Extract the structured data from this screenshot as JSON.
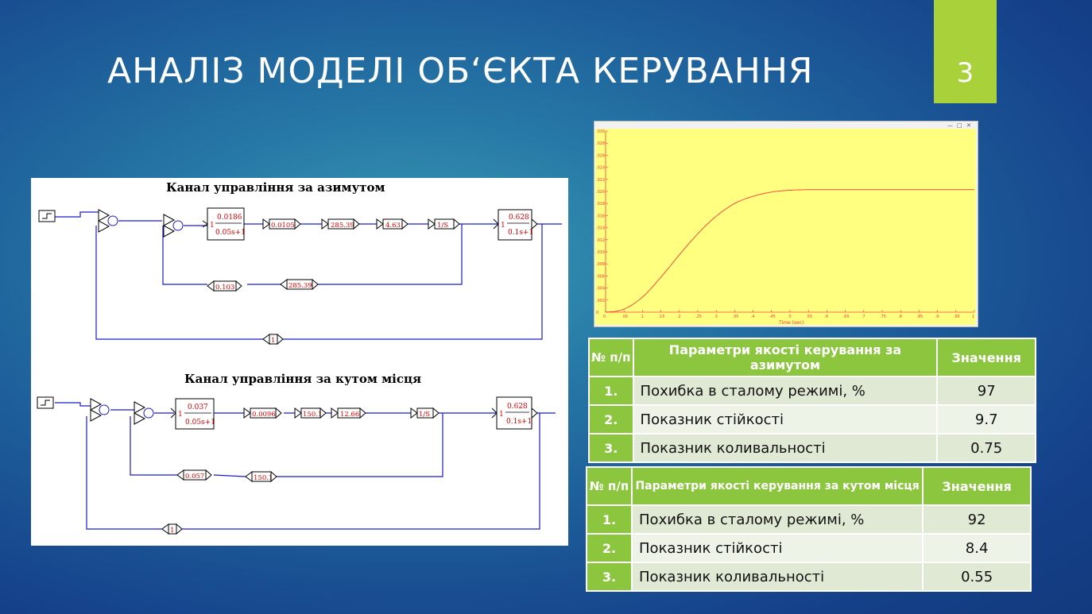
{
  "slide": {
    "title": "АНАЛІЗ МОДЕЛІ ОБ‘ЄКТА КЕРУВАННЯ",
    "number": "3"
  },
  "diagram": {
    "channel1_title": "Канал управління за азимутом",
    "channel2_title": "Канал управління за кутом місця",
    "channel1_blocks": {
      "tf1_num": "0.0186",
      "tf1_den": "0.05s+1",
      "tf1_gain": "1",
      "g1": "0.0105",
      "g2": "285.39",
      "g3": "4.63",
      "integrator": "1/S",
      "tf2_num": "0.628",
      "tf2_den": "0.1s+1",
      "tf2_gain": "1",
      "fb_inner1": "0.103",
      "fb_inner2": "285.39",
      "fb_outer": "1"
    },
    "channel2_blocks": {
      "tf1_num": "0.037",
      "tf1_den": "0.05s+1",
      "tf1_gain": "1",
      "g1": "0.0096",
      "g2": "150.1",
      "g3": "12.66",
      "integrator": "1/S",
      "tf2_num": "0.628",
      "tf2_den": "0.1s+1",
      "tf2_gain": "1",
      "fb_inner1": "0.057",
      "fb_inner2": "150.1",
      "fb_outer": "1"
    }
  },
  "plot": {
    "xlabel": "Time (sec)",
    "x_ticks": [
      "0",
      ".05",
      ".1",
      ".15",
      ".2",
      ".25",
      ".3",
      ".35",
      ".4",
      ".45",
      ".5",
      ".55",
      ".6",
      ".65",
      ".7",
      ".75",
      ".8",
      ".85",
      ".9",
      ".95",
      "1"
    ],
    "y_ticks": [
      ".030",
      ".028",
      ".026",
      ".024",
      ".022",
      ".020",
      ".018",
      ".016",
      ".014",
      ".012",
      ".010",
      ".008",
      ".006",
      ".004",
      ".002",
      "0"
    ],
    "bg_color": "#ffff80",
    "line_color": "#ff3b3b",
    "window_buttons": [
      "—",
      "□",
      "✕"
    ]
  },
  "chart_data": {
    "type": "line",
    "title": "",
    "xlabel": "Time (sec)",
    "ylabel": "",
    "xlim": [
      0,
      1
    ],
    "ylim": [
      0,
      0.03
    ],
    "x": [
      0,
      0.05,
      0.1,
      0.15,
      0.2,
      0.25,
      0.3,
      0.35,
      0.4,
      0.45,
      0.5,
      0.55,
      0.6,
      0.65,
      0.7,
      0.75,
      0.8,
      0.85,
      0.9,
      0.95,
      1.0
    ],
    "series": [
      {
        "values": [
          0,
          0.0005,
          0.0025,
          0.0058,
          0.0095,
          0.013,
          0.0159,
          0.018,
          0.0192,
          0.0199,
          0.0202,
          0.0203,
          0.0203,
          0.0203,
          0.0203,
          0.0203,
          0.0203,
          0.0203,
          0.0203,
          0.0203,
          0.0203
        ]
      }
    ],
    "grid": false
  },
  "table1": {
    "headers": [
      "№ п/п",
      "Параметри якості керування за азимутом",
      "Значення"
    ],
    "rows": [
      {
        "n": "1.",
        "param": "Похибка в сталому режимі, %",
        "value": "97"
      },
      {
        "n": "2.",
        "param": "Показник стійкості",
        "value": "9.7"
      },
      {
        "n": "3.",
        "param": "Показник коливальності",
        "value": "0.75"
      }
    ]
  },
  "table2": {
    "headers": [
      "№ п/п",
      "Параметри якості керування за кутом місця",
      "Значення"
    ],
    "rows": [
      {
        "n": "1.",
        "param": "Похибка в сталому режимі, %",
        "value": "92"
      },
      {
        "n": "2.",
        "param": "Показник стійкості",
        "value": "8.4"
      },
      {
        "n": "3.",
        "param": "Показник коливальності",
        "value": "0.55"
      }
    ]
  },
  "colors": {
    "accent": "#a9d13a",
    "table_header": "#8cc63f",
    "wire": "#1a1acc",
    "block_text": "#e00000"
  }
}
